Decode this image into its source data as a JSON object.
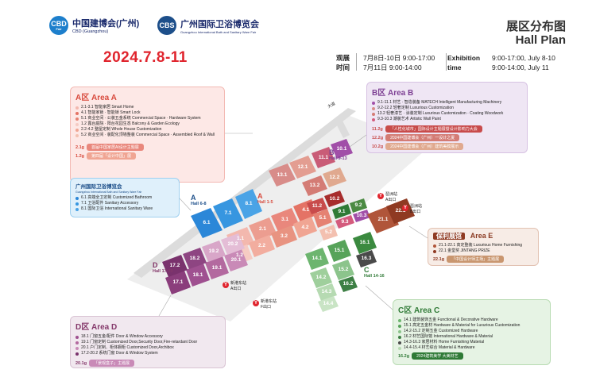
{
  "header": {
    "cbd_badge": "CBD",
    "cbd_badge_sub": "Fair",
    "cbd_name_cn": "中国建博会(广州)",
    "cbd_name_en": "CBD (Guangzhou)",
    "cbs_badge": "CBS",
    "cbs_name_cn": "广州国际卫浴博览会",
    "cbs_name_en": "Guangzhou International Bath and Sanitary Ware Fair",
    "date": "2024.7.8-11",
    "plan_title_cn": "展区分布图",
    "plan_title_en": "Hall Plan"
  },
  "schedule": {
    "cn_label_1": "观展",
    "cn_value_1": "7月8日-10日 9:00-17:00",
    "cn_label_2": "时间",
    "cn_value_2": "7月11日 9:00-14:00",
    "en_label_1": "Exhibition",
    "en_value_1": "9:00-17:00, July 8-10",
    "en_label_2": "time",
    "en_value_2": "9:00-14:00, July 11"
  },
  "area_a": {
    "title": "A区 Area A",
    "items": [
      "2.1-3.1 智能家居 Smart Home",
      "4.1 智能家锁 · 智能锁 Smart Lock",
      "5.1 商业空间 · 公装五金系统 Commercial Space · Hardware System",
      "1.2 露台庭院 · 阳台花园生态 Balcony & Garden Ecology",
      "2.2-4.2 整屋定制 Whole House Customization",
      "5.2 商业空间 · 装配化顶墙整装 Commercial Space · Assembled Roof & Wall"
    ],
    "tags": [
      {
        "code": "2.1g",
        "label": "首届中国家居AI设计主题展"
      },
      {
        "code": "1.2g",
        "label": "第四届「设计中国」展"
      }
    ]
  },
  "area_b": {
    "title": "B区 Area B",
    "items": [
      "9.1-11.1 材艺 · 智造装备 MATECH Intelligent Manufacturing Machinery",
      "9.2-12.2 轻奢定制 Luxurious Customization",
      "13.2 轻奢漆艺 · 涂装定制 Luxurious Customization · Coating Woodwork",
      "9.3-10.3 潮装艺术 Artistic Wall Paint"
    ],
    "tags": [
      {
        "code": "11.2g",
        "label": "「人性化城市」国际设计主题展暨设计影响力大会"
      },
      {
        "code": "12.2g",
        "label": "2024中国建博会（广州）一设计之夏"
      },
      {
        "code": "10.2g",
        "label": "2024中国建博会（广州）建筑美膜展示"
      }
    ]
  },
  "area_g": {
    "title": "广州国际卫浴博览会",
    "subtitle": "Guangzhou International Bath and Sanitary Ware Fair",
    "items": [
      "6.1 高端全卫定制 Customized Bathroom",
      "7.1 卫浴配件 Sanitary Accessory",
      "8.1 国际卫浴 International Sanitary Ware"
    ]
  },
  "area_e": {
    "title_tag": "保利展馆",
    "title": "Area E",
    "items": [
      "21.1-22.1 高定整装 Luxurious Home Furnishing",
      "22.1 金堂奖 JINTANG PRIZE"
    ],
    "tags": [
      {
        "code": "22.1g",
        "label": "「中国设计师主场」主题展"
      }
    ]
  },
  "area_c": {
    "title": "C区 Area C",
    "items": [
      "14.1 建筑装饰五金 Functional & Decorative Hardware",
      "15.1 高定五金材 Hardware & Material for Luxurious Customization",
      "14.2-15.2 定制五金 Customized Hardware",
      "16.2 材艺国际馆 International Hardware & Material",
      "14.3-16.3 家居材料 Home Furnishing Material",
      "14.4-15.4 材艺综合 Material & Hardware"
    ],
    "tags": [
      {
        "code": "16.2g",
        "label": "2024建筑美学 大美材艺"
      }
    ]
  },
  "area_d": {
    "title": "D区 Area D",
    "items": [
      "18.1 门窗五金/配件 Door & Window Accessory",
      "19.1 门窗定制 Customized Door,Security Door,Fire-retardant Door",
      "20.1 户门定制、柜体橱柜 Customized Door,Archibox",
      "17.2-20.2 系统门窗 Door & Window System"
    ],
    "tags": [
      {
        "code": "20.1g",
        "label": "「景观盒子」主题展"
      }
    ]
  },
  "hall_labels": {
    "a": "A",
    "a_sub": "Hall 1-5",
    "b": "B",
    "b_sub": "Hall 9-13",
    "g": "A",
    "g_sub": "Hall 6-8",
    "c": "C",
    "c_sub": "Hall 14-16",
    "d": "D",
    "d_sub": "Hall 17-20"
  },
  "stations": {
    "pazhou_a": "琶洲站",
    "pazhou_a_exit": "A出口",
    "pazhou_b": "琶洲站",
    "pazhou_b_exit": "B出口",
    "xingang_a": "新港东站",
    "xingang_a_exit": "A出口",
    "xingang_f": "新港东站",
    "xingang_f_exit": "F出口",
    "road": "大道"
  },
  "booths": {
    "g1": "6.1",
    "g2": "7.1",
    "g3": "8.1",
    "a1": "1.1",
    "a2": "2.1",
    "a3": "3.1",
    "a4": "4.1",
    "a5": "5.1",
    "a6": "1.2",
    "a7": "2.2",
    "a8": "3.2",
    "a9": "4.2",
    "a10": "5.2",
    "b1": "9.1",
    "b2": "10.1",
    "b3": "11.1",
    "b4": "12.1",
    "b5": "13.1",
    "b6": "9.2",
    "b7": "10.2",
    "b8": "11.2",
    "b9": "12.2",
    "b10": "13.2",
    "b11": "9.3",
    "b12": "10.3",
    "e1": "21.1",
    "e2": "22.1",
    "c1": "14.1",
    "c2": "15.1",
    "c3": "16.1",
    "c4": "14.2",
    "c5": "15.2",
    "c6": "16.2",
    "c7": "14.3",
    "c8": "15.3",
    "c9": "16.3",
    "c10": "14.4",
    "c11": "15.4",
    "d1": "17.1",
    "d2": "18.1",
    "d3": "19.1",
    "d4": "20.1",
    "d5": "17.2",
    "d6": "18.2",
    "d7": "19.2",
    "d8": "20.2"
  },
  "colors": {
    "area_a": "#e9877c",
    "area_b": "#a14fa8",
    "area_g": "#2b87d8",
    "area_c": "#3b8a3f",
    "area_d": "#8b3e7c",
    "area_e": "#8f3a22",
    "date_red": "#e0252e",
    "cbd_badge": "#1d7fcc",
    "cbs_badge": "#1d4f8a"
  }
}
